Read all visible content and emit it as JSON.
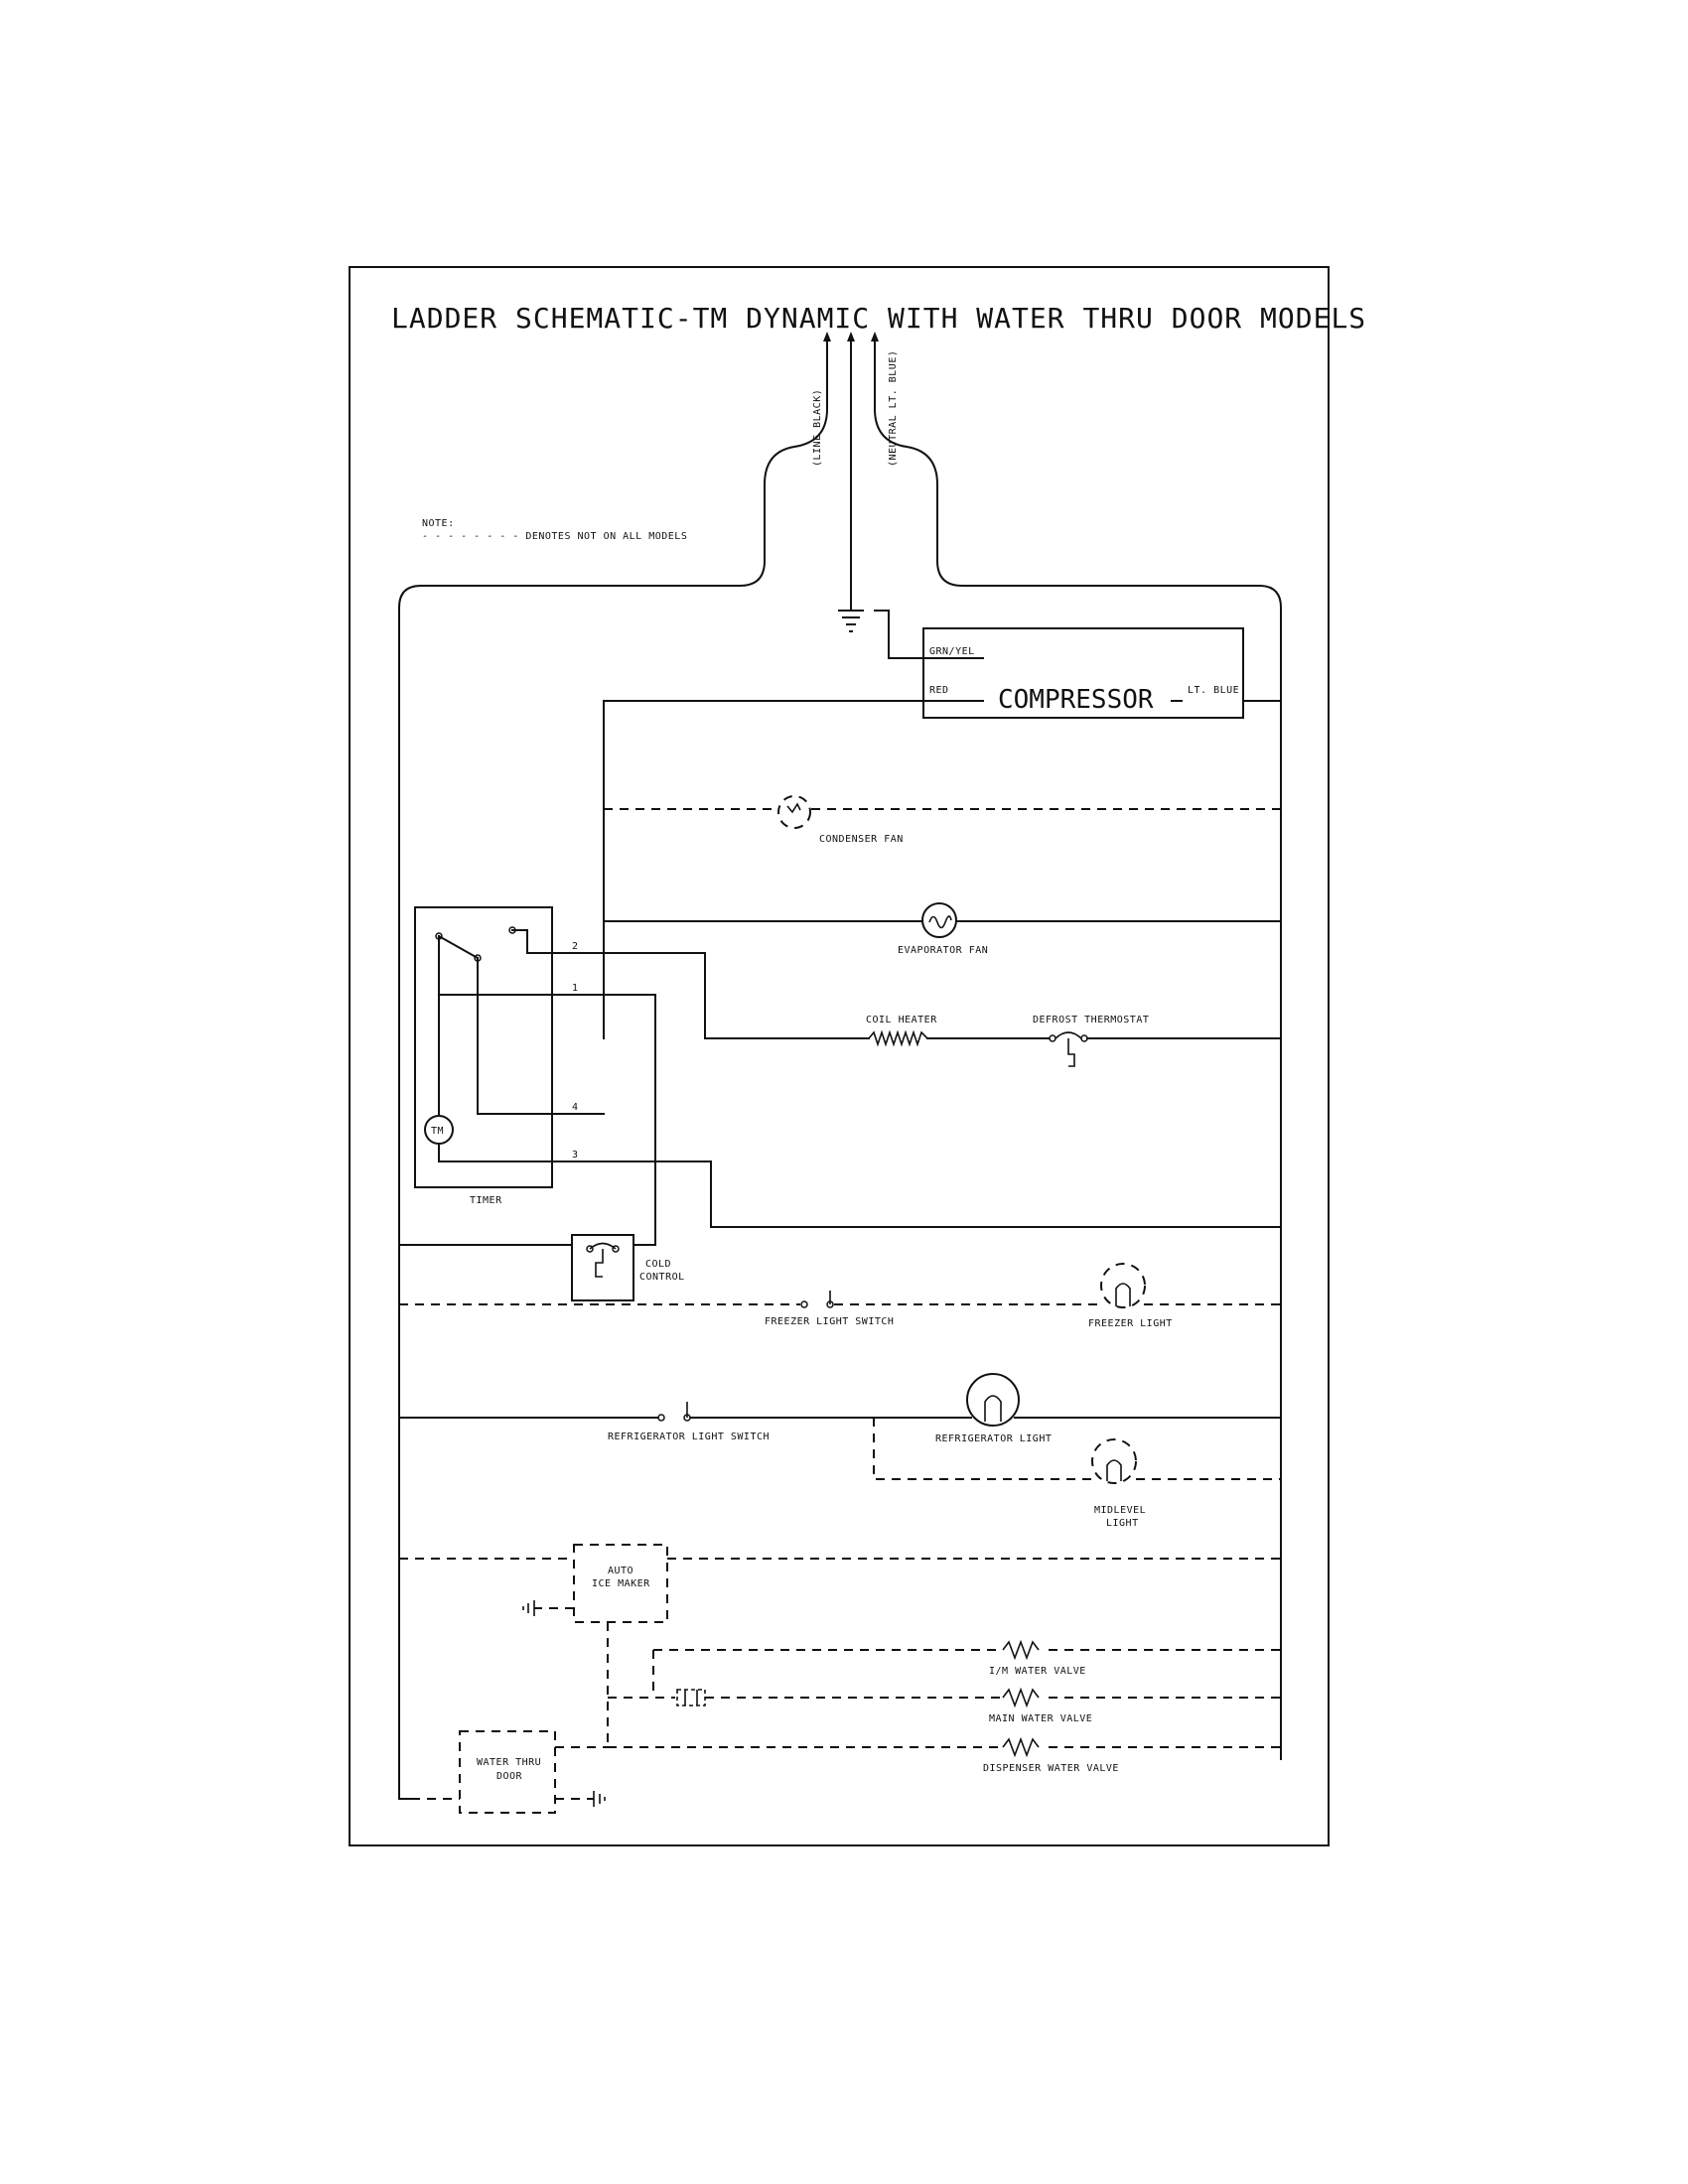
{
  "title": "LADDER SCHEMATIC-TM DYNAMIC WITH WATER THRU DOOR MODELS",
  "supply": {
    "line": "(LINE BLACK)",
    "neutral": "(NEUTRAL LT. BLUE)"
  },
  "note": {
    "heading": "NOTE:",
    "text": "- - - - - - - - DENOTES NOT ON ALL MODELS"
  },
  "compressor": {
    "label": "COMPRESSOR",
    "wire_ground": "GRN/YEL",
    "wire_red": "RED",
    "wire_blue": "LT. BLUE"
  },
  "components": {
    "condenser_fan": "CONDENSER FAN",
    "evaporator_fan": "EVAPORATOR FAN",
    "coil_heater": "COIL HEATER",
    "defrost_thermostat": "DEFROST THERMOSTAT",
    "timer": "TIMER",
    "timer_motor": "TM",
    "cold_control_1": "COLD",
    "cold_control_2": "CONTROL",
    "freezer_light_switch": "FREEZER LIGHT SWITCH",
    "freezer_light": "FREEZER LIGHT",
    "refrigerator_light_switch": "REFRIGERATOR LIGHT SWITCH",
    "refrigerator_light": "REFRIGERATOR LIGHT",
    "midlevel_light_1": "MIDLEVEL",
    "midlevel_light_2": "LIGHT",
    "ice_maker_1": "AUTO",
    "ice_maker_2": "ICE MAKER",
    "im_water_valve": "I/M WATER VALVE",
    "main_water_valve": "MAIN WATER VALVE",
    "dispenser_water_valve": "DISPENSER WATER VALVE",
    "water_thru_door_1": "WATER THRU",
    "water_thru_door_2": "DOOR"
  },
  "terminals": {
    "t1": "1",
    "t2": "2",
    "t3": "3",
    "t4": "4"
  }
}
